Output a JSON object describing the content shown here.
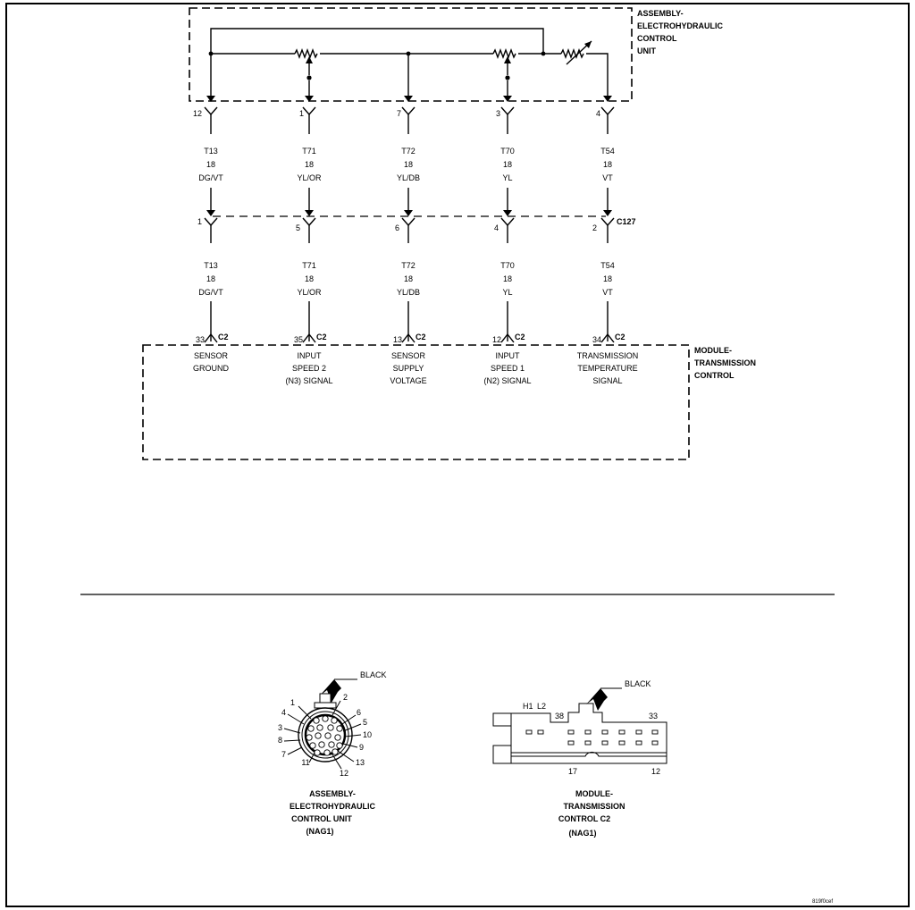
{
  "top_unit": {
    "title_lines": [
      "ASSEMBLY-",
      "ELECTROHYDRAULIC",
      "CONTROL",
      "UNIT"
    ]
  },
  "module": {
    "title_lines": [
      "MODULE-",
      "TRANSMISSION",
      "CONTROL"
    ]
  },
  "connector_mid": "C127",
  "circuits": [
    {
      "top_pin": "12",
      "mid_pin": "1",
      "wire": "T13",
      "gauge": "18",
      "color": "DG/VT",
      "tcm_pin": "33",
      "tcm_conn": "C2",
      "function_lines": [
        "SENSOR",
        "GROUND"
      ]
    },
    {
      "top_pin": "1",
      "mid_pin": "5",
      "wire": "T71",
      "gauge": "18",
      "color": "YL/OR",
      "tcm_pin": "35",
      "tcm_conn": "C2",
      "function_lines": [
        "INPUT",
        "SPEED 2",
        "(N3) SIGNAL"
      ]
    },
    {
      "top_pin": "7",
      "mid_pin": "6",
      "wire": "T72",
      "gauge": "18",
      "color": "YL/DB",
      "tcm_pin": "13",
      "tcm_conn": "C2",
      "function_lines": [
        "SENSOR",
        "SUPPLY",
        "VOLTAGE"
      ]
    },
    {
      "top_pin": "3",
      "mid_pin": "4",
      "wire": "T70",
      "gauge": "18",
      "color": "YL",
      "tcm_pin": "12",
      "tcm_conn": "C2",
      "function_lines": [
        "INPUT",
        "SPEED 1",
        "(N2) SIGNAL"
      ]
    },
    {
      "top_pin": "4",
      "mid_pin": "2",
      "wire": "T54",
      "gauge": "18",
      "color": "VT",
      "tcm_pin": "34",
      "tcm_conn": "C2",
      "function_lines": [
        "TRANSMISSION",
        "TEMPERATURE",
        "SIGNAL"
      ]
    }
  ],
  "round_connector": {
    "color_label": "BLACK",
    "pin_labels": [
      "1",
      "2",
      "4",
      "6",
      "5",
      "3",
      "10",
      "8",
      "9",
      "7",
      "13",
      "11",
      "12"
    ],
    "caption_lines": [
      "ASSEMBLY-",
      "ELECTROHYDRAULIC",
      "CONTROL UNIT",
      "(NAG1)"
    ]
  },
  "rect_connector": {
    "color_label": "BLACK",
    "labels": [
      "H1",
      "L2",
      "38",
      "33",
      "17",
      "12"
    ],
    "caption_lines": [
      "MODULE-",
      "TRANSMISSION",
      "CONTROL C2",
      "(NAG1)"
    ]
  },
  "figure_id": "819f0cef"
}
